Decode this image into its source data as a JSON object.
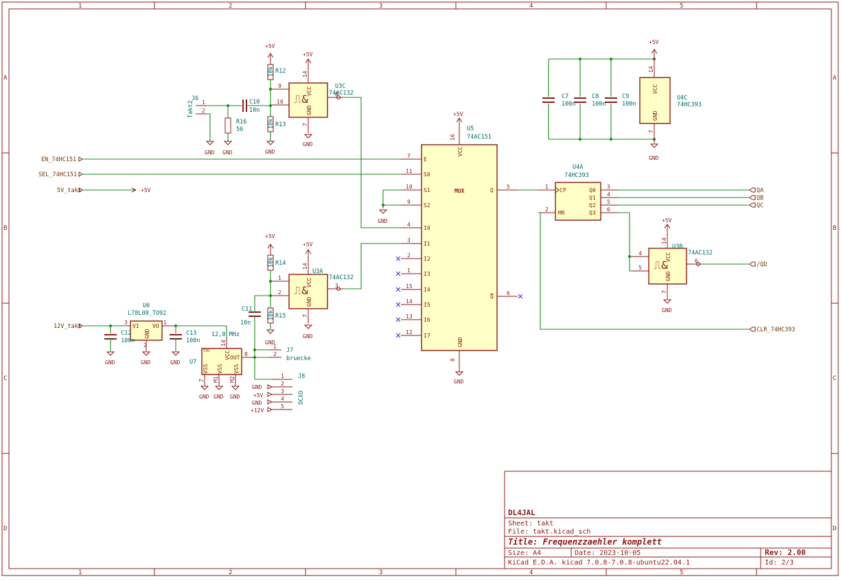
{
  "border": {
    "columns": [
      "1",
      "2",
      "3",
      "4",
      "5"
    ],
    "rows": [
      "A",
      "B",
      "C",
      "D"
    ]
  },
  "title_block": {
    "company": "DL4JAL",
    "sheet": "Sheet: takt",
    "file": "File: takt.kicad_sch",
    "title": "Title: Frequenzzaehler komplett",
    "size": "Size: A4",
    "date": "Date: 2023-10-05",
    "rev": "Rev: 2.00",
    "tool": "KiCad E.D.A.  kicad 7.0.8-7.0.8-ubuntu22.04.1",
    "id": "Id: 2/3"
  },
  "global_labels": {
    "en": "EN_74HC151",
    "sel": "SEL_74HC151",
    "takt5v": "5V_takt",
    "takt12v": "12V_takt",
    "qa": "QA",
    "qb": "QB",
    "qc": "QC",
    "qd": "/QD",
    "clr": "CLR_74HC393"
  },
  "power": {
    "p5v": "+5V",
    "gnd": "GND",
    "p12v": "+12V"
  },
  "components": {
    "u5": {
      "ref": "U5",
      "value": "74AC151",
      "func": "MUX",
      "pins_left": [
        {
          "num": "7",
          "name": "E"
        },
        {
          "num": "11",
          "name": "S0"
        },
        {
          "num": "10",
          "name": "S1"
        },
        {
          "num": "9",
          "name": "S2"
        },
        {
          "num": "4",
          "name": "I0"
        },
        {
          "num": "3",
          "name": "I1"
        },
        {
          "num": "2",
          "name": "I2"
        },
        {
          "num": "1",
          "name": "I3"
        },
        {
          "num": "15",
          "name": "I4"
        },
        {
          "num": "14",
          "name": "I5"
        },
        {
          "num": "13",
          "name": "I6"
        },
        {
          "num": "12",
          "name": "I7"
        }
      ],
      "pin_q": {
        "num": "5",
        "name": "Q"
      },
      "pin_nq": {
        "num": "6",
        "name": "Q"
      },
      "pin_vcc": {
        "num": "16",
        "name": "VCC"
      },
      "pin_gnd": {
        "num": "8",
        "name": "GND"
      }
    },
    "u4a": {
      "ref": "U4A",
      "value": "74HC393",
      "pins": [
        {
          "num": "1",
          "name": "CP"
        },
        {
          "num": "2",
          "name": "MR"
        },
        {
          "num": "3",
          "name": "Q0"
        },
        {
          "num": "4",
          "name": "Q1"
        },
        {
          "num": "5",
          "name": "Q2"
        },
        {
          "num": "6",
          "name": "Q3"
        }
      ]
    },
    "u4c": {
      "ref": "U4C",
      "value": "74HC393",
      "vcc": "VCC",
      "gnd": "GND",
      "pin_vcc": "14",
      "pin_gnd": "7"
    },
    "u3c": {
      "ref": "U3C",
      "value": "74AC132",
      "pins": [
        "9",
        "10",
        "8",
        "14",
        "7"
      ]
    },
    "u3a": {
      "ref": "U3A",
      "value": "74AC132",
      "pins": [
        "1",
        "2",
        "3",
        "14",
        "7"
      ]
    },
    "u3b": {
      "ref": "U3B",
      "value": "74AC132",
      "pins": [
        "4",
        "5",
        "6",
        "14",
        "7"
      ]
    },
    "u6": {
      "ref": "U6",
      "value": "L78L08_TO92",
      "vi": "VI",
      "vo": "VO",
      "gnd": "GND",
      "pins": [
        "3",
        "2",
        "1"
      ]
    },
    "u7": {
      "ref": "U7",
      "value": "12,8 MHz",
      "vcc": "VCC",
      "out": "OUT",
      "vss": "VSS",
      "m1": "M1",
      "m2": "M2",
      "tag": "TXO",
      "pins": [
        "14",
        "8",
        "7"
      ]
    },
    "r12": {
      "ref": "R12",
      "value": "10k"
    },
    "r13": {
      "ref": "R13",
      "value": "10k"
    },
    "r14": {
      "ref": "R14",
      "value": "10k"
    },
    "r15": {
      "ref": "R15",
      "value": "10k"
    },
    "r16": {
      "ref": "R16",
      "value": "56"
    },
    "c7": {
      "ref": "C7",
      "value": "100n"
    },
    "c8": {
      "ref": "C8",
      "value": "100n"
    },
    "c9": {
      "ref": "C9",
      "value": "100n"
    },
    "c10": {
      "ref": "C10",
      "value": "10n"
    },
    "c11": {
      "ref": "C11",
      "value": "10n"
    },
    "c12": {
      "ref": "C12",
      "value": "100n"
    },
    "c13": {
      "ref": "C13",
      "value": "100n"
    },
    "j6": {
      "ref": "J6",
      "value": "Takt2",
      "pins": [
        "1",
        "2"
      ]
    },
    "j7": {
      "ref": "J7",
      "value": "bruecke",
      "pins": [
        "1",
        "2"
      ]
    },
    "j8": {
      "ref": "J8",
      "value": "OCXO",
      "pins": [
        "1",
        "2",
        "3",
        "4",
        "5"
      ]
    }
  }
}
